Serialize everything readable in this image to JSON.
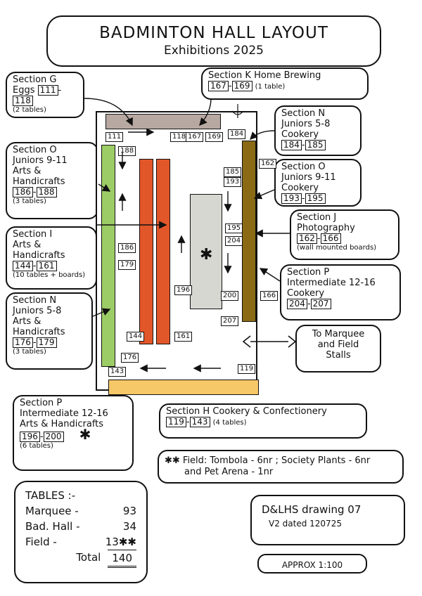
{
  "title": "BADMINTON HALL LAYOUT",
  "subtitle": "Exhibitions 2025",
  "sections": {
    "g": {
      "line1": "Section G",
      "line2": "Eggs",
      "start": "111",
      "end": "118",
      "note": "(2 tables)"
    },
    "k": {
      "line1": "Section K Home Brewing",
      "start": "167",
      "end": "169",
      "note": "(1 table)"
    },
    "n_cookery": {
      "line1": "Section N",
      "line2": "Juniors 5-8",
      "line3": "Cookery",
      "start": "184",
      "end": "185"
    },
    "o_arts": {
      "line1": "Section O",
      "line2": "Juniors 9-11",
      "line3": "Arts &",
      "line4": "Handicrafts",
      "start": "186",
      "end": "188",
      "note": "(3 tables)"
    },
    "o_cookery": {
      "line1": "Section O",
      "line2": "Juniors 9-11",
      "line3": "Cookery",
      "start": "193",
      "end": "195"
    },
    "i": {
      "line1": "Section I",
      "line2": "Arts &",
      "line3": "Handicrafts",
      "start": "144",
      "end": "161",
      "note": "(10 tables + boards)"
    },
    "j": {
      "line1": "Section J",
      "line2": "Photography",
      "start": "162",
      "end": "166",
      "note": "(wall mounted boards)"
    },
    "p_cookery": {
      "line1": "Section P",
      "line2": "Intermediate 12-16",
      "line3": "Cookery",
      "start": "204",
      "end": "207"
    },
    "n_arts": {
      "line1": "Section N",
      "line2": "Juniors 5-8",
      "line3": "Arts &",
      "line4": "Handicrafts",
      "start": "176",
      "end": "179",
      "note": "(3 tables)"
    },
    "p_arts": {
      "line1": "Section P",
      "line2": "Intermediate 12-16",
      "line3": "Arts & Handicrafts",
      "start": "196",
      "end": "200",
      "note": "(6 tables)",
      "marker": "✱"
    },
    "h": {
      "line1": "Section H Cookery & Confectionery",
      "start": "119",
      "end": "143",
      "note": "(4 tables)"
    }
  },
  "marquee": {
    "line1": "To Marquee",
    "line2": "and Field",
    "line3": "Stalls"
  },
  "plan_numbers": {
    "n111": "111",
    "n118": "118",
    "n167": "167",
    "n169": "169",
    "n184": "184",
    "n188": "188",
    "n185": "185",
    "n193": "193",
    "n162": "162",
    "n195": "195",
    "n204": "204",
    "n186": "186",
    "n179": "179",
    "n196": "196",
    "n200": "200",
    "n166": "166",
    "n207": "207",
    "n144": "144",
    "n161": "161",
    "n176": "176",
    "n143": "143",
    "n119": "119",
    "center_marker": "✱"
  },
  "field_note": {
    "line1": "✱✱ Field: Tombola - 6nr ; Society Plants - 6nr",
    "line2": "and Pet Arena - 1nr"
  },
  "tables": {
    "heading": "TABLES :-",
    "rows": [
      {
        "label": "Marquee -",
        "value": "93"
      },
      {
        "label": "Bad. Hall -",
        "value": "34"
      },
      {
        "label": "Field -",
        "value": "13✱✱"
      }
    ],
    "total_label": "Total",
    "total_value": "140"
  },
  "drawing": {
    "line1": "D&LHS drawing 07",
    "line2": "V2 dated 120725"
  },
  "scale": "APPROX 1:100",
  "colors": {
    "green": "#9ccc65",
    "orange": "#e2572a",
    "olive": "#8a6a14",
    "grey": "#d7d7d2",
    "taupe": "#b8a8a2",
    "yellow": "#f6c867"
  }
}
